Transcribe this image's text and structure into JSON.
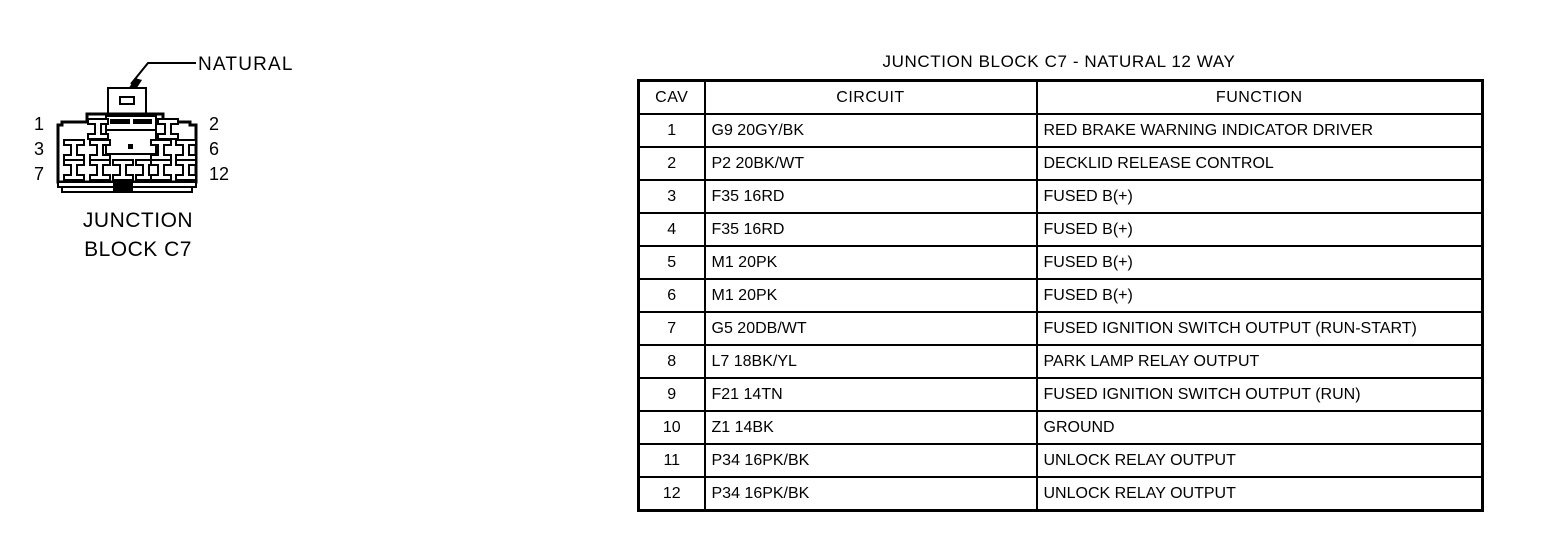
{
  "connector": {
    "callout_label": "NATURAL",
    "caption_line1": "JUNCTION",
    "caption_line2": "BLOCK C7",
    "pins_left": "1\n3\n7",
    "pins_right": "2\n6\n12",
    "pin_left_1": "1",
    "pin_left_2": "3",
    "pin_left_3": "7",
    "pin_right_1": "2",
    "pin_right_2": "6",
    "pin_right_3": "12",
    "line_color": "#000000",
    "fill_color": "#ffffff"
  },
  "table": {
    "title": "JUNCTION BLOCK C7 - NATURAL 12 WAY",
    "headers": {
      "cav": "CAV",
      "circuit": "CIRCUIT",
      "function": "FUNCTION"
    },
    "rows": [
      {
        "cav": "1",
        "circuit": "G9 20GY/BK",
        "function": "RED BRAKE WARNING INDICATOR DRIVER"
      },
      {
        "cav": "2",
        "circuit": "P2 20BK/WT",
        "function": "DECKLID RELEASE CONTROL"
      },
      {
        "cav": "3",
        "circuit": "F35 16RD",
        "function": "FUSED B(+)"
      },
      {
        "cav": "4",
        "circuit": "F35 16RD",
        "function": "FUSED B(+)"
      },
      {
        "cav": "5",
        "circuit": "M1  20PK",
        "function": "FUSED B(+)"
      },
      {
        "cav": "6",
        "circuit": "M1  20PK",
        "function": "FUSED B(+)"
      },
      {
        "cav": "7",
        "circuit": "G5 20DB/WT",
        "function": "FUSED IGNITION SWITCH OUTPUT (RUN-START)"
      },
      {
        "cav": "8",
        "circuit": "L7 18BK/YL",
        "function": "PARK LAMP RELAY OUTPUT"
      },
      {
        "cav": "9",
        "circuit": "F21 14TN",
        "function": "FUSED IGNITION SWITCH OUTPUT (RUN)"
      },
      {
        "cav": "10",
        "circuit": "Z1 14BK",
        "function": "GROUND"
      },
      {
        "cav": "11",
        "circuit": "P34 16PK/BK",
        "function": "UNLOCK RELAY OUTPUT"
      },
      {
        "cav": "12",
        "circuit": "P34 16PK/BK",
        "function": "UNLOCK RELAY OUTPUT"
      }
    ]
  }
}
